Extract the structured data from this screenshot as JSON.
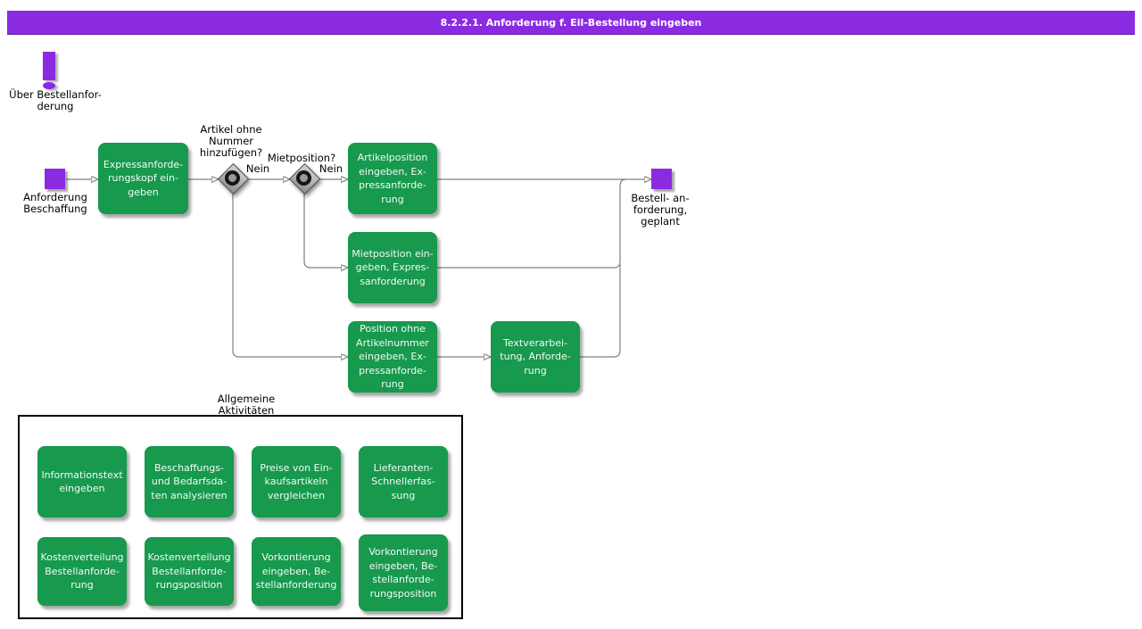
{
  "colors": {
    "title-bg": "#8A2BE2",
    "event-purple": "#8A2BE2",
    "activity-green": "#17994E",
    "line-gray": "#808080"
  },
  "title_bar": {
    "text": "8.2.2.1. Anforderung f. Eil-Bestellung eingeben"
  },
  "note": {
    "icon": "exclamation-icon",
    "label": "Über Bestellanfor-\nderung"
  },
  "flow": {
    "start_event": {
      "label": "Anforderung\nBeschaffung"
    },
    "end_event": {
      "label": "Bestell- an-\nforderung,\ngeplant"
    },
    "gateways": [
      {
        "question": "Artikel ohne\nNummer\nhinzufügen?",
        "branch_label": "Nein"
      },
      {
        "question": "Mietposition?",
        "branch_label": "Nein"
      }
    ],
    "activities": [
      {
        "label": "Expressanforde-\nrungskopf ein-\ngeben"
      },
      {
        "label": "Artikelposition\neingeben, Ex-\npressanforde-\nrung"
      },
      {
        "label": "Mietposition ein-\ngeben, Expres-\nsanforderung"
      },
      {
        "label": "Position ohne\nArtikelnummer\neingeben, Ex-\npressanforde-\nrung"
      },
      {
        "label": "Textverarbei-\ntung, Anforde-\nrung"
      }
    ]
  },
  "general_activities": {
    "title": "Allgemeine\nAktivitäten",
    "items": [
      {
        "label": "Informationstext\neingeben"
      },
      {
        "label": "Beschaffungs-\nund Bedarfsda-\nten analysieren"
      },
      {
        "label": "Preise von Ein-\nkaufsartikeln\nvergleichen"
      },
      {
        "label": "Lieferanten-\nSchnellerfas-\nsung"
      },
      {
        "label": "Kostenverteilung\nBestellanforde-\nrung"
      },
      {
        "label": "Kostenverteilung\nBestellanforde-\nrungsposition"
      },
      {
        "label": "Vorkontierung\neingeben, Be-\nstellanforderung"
      },
      {
        "label": "Vorkontierung\neingeben, Be-\nstellanforde-\nrungsposition"
      }
    ]
  }
}
